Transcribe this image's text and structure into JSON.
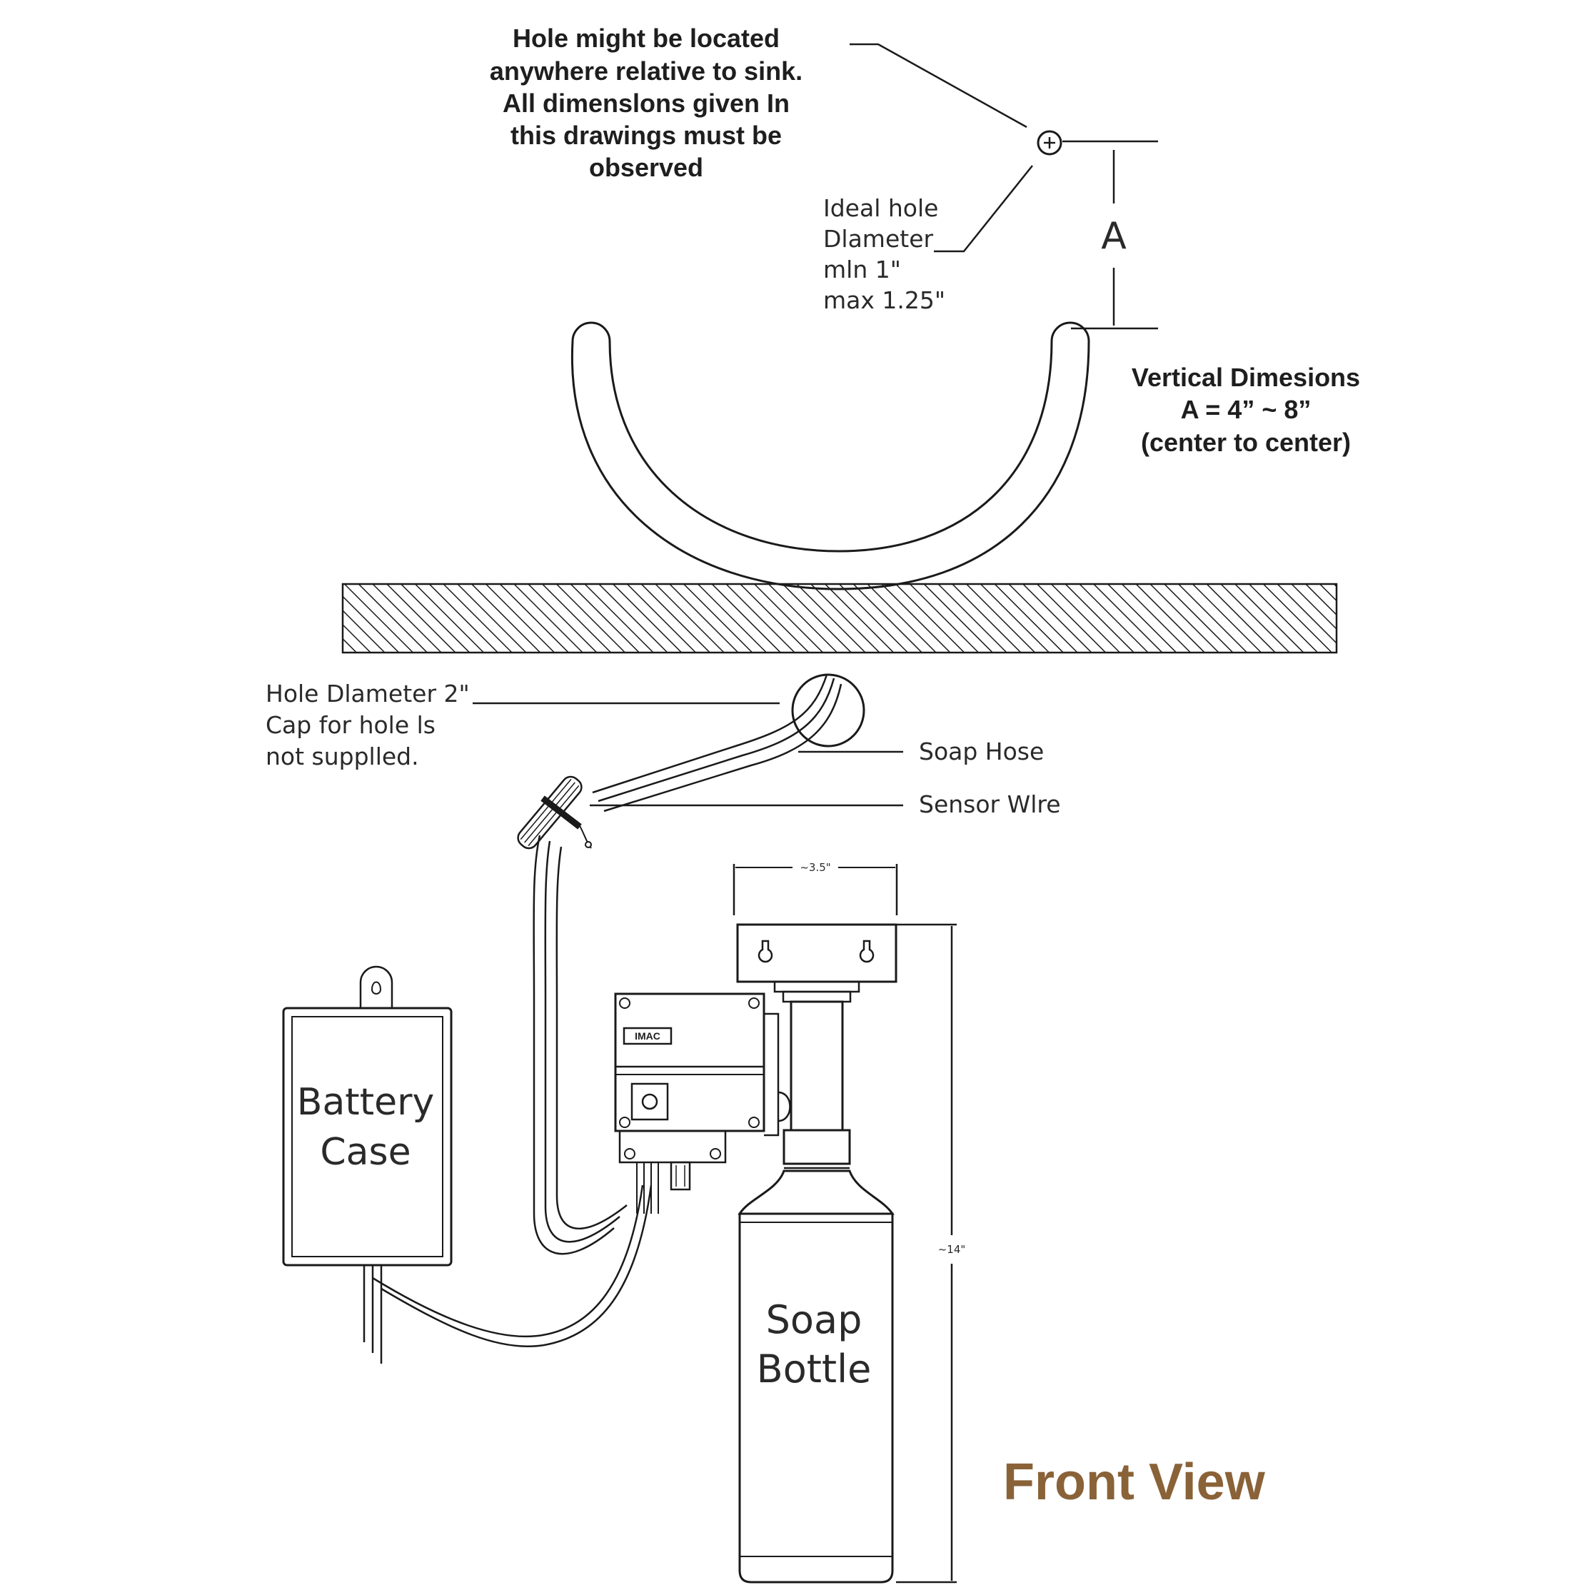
{
  "notes": {
    "hole_location": [
      "Hole might be located",
      "anywhere relative to sink.",
      "All dimenslons given In",
      "this drawings must be",
      "observed"
    ],
    "ideal_hole": [
      "Ideal hole",
      "Dlameter",
      "mln 1\"",
      "max 1.25\""
    ],
    "dimension_letter": "A",
    "vertical_dimensions": [
      "Vertical Dimesions",
      "A = 4” ~ 8”",
      "(center to center)"
    ],
    "hole_diameter": [
      "Hole Dlameter 2\"",
      "Cap for hole ls",
      "not supplled."
    ],
    "soap_hose": "Soap Hose",
    "sensor_wire": "Sensor Wlre"
  },
  "components": {
    "battery_case": [
      "Battery",
      "Case"
    ],
    "soap_bottle": [
      "Soap",
      "Bottle"
    ],
    "controller_logo": "IMAC"
  },
  "dimensions": {
    "bracket_width": "~3.5\"",
    "bottle_height": "~14\""
  },
  "view_title": "Front View",
  "colors": {
    "title": "#8a6238",
    "line": "#1a1a1a"
  }
}
